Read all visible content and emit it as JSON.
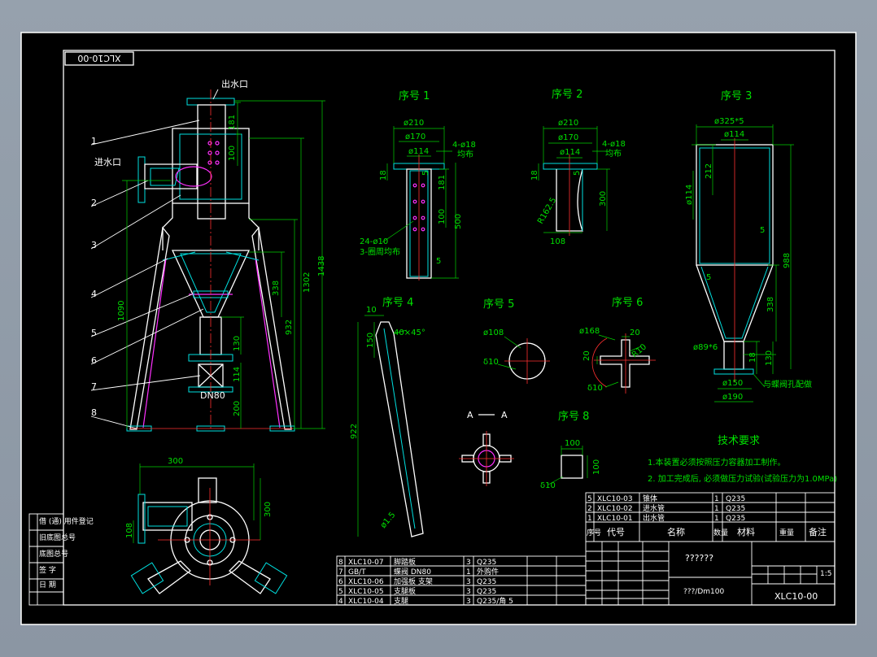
{
  "drawing_number": "XLC10-00",
  "drawing_number_rotated": "XLC10-00",
  "main_view": {
    "outlet_label": "出水口",
    "inlet_label": "进水口",
    "valve_label": "DN80",
    "parts": [
      "1",
      "2",
      "3",
      "4",
      "5",
      "6",
      "7",
      "8"
    ],
    "dims": {
      "d181": "181",
      "d100": "100",
      "d1090": "1090",
      "d1302": "1302",
      "d1438": "1438",
      "d338": "338",
      "d932": "932",
      "d130": "130",
      "d114": "114",
      "d200": "200"
    }
  },
  "plan_view": {
    "d300a": "300",
    "d300b": "300",
    "d108": "108"
  },
  "detail1": {
    "title": "序号 1",
    "phi210": "ø210",
    "phi170": "ø170",
    "phi114": "ø114",
    "holes": "4-ø18",
    "even": "均布",
    "d18": "18",
    "d5a": "5",
    "d181": "181",
    "d100": "100",
    "d500": "500",
    "holes24": "24-ø10",
    "holes24b": "3-圈周均布",
    "d5b": "5"
  },
  "detail2": {
    "title": "序号 2",
    "phi210": "ø210",
    "phi170": "ø170",
    "phi114": "ø114",
    "holes": "4-ø18",
    "even": "均布",
    "d18": "18",
    "d5": "5",
    "d300": "300",
    "r1625": "R162.5",
    "d108": "108"
  },
  "detail3": {
    "title": "序号 3",
    "phi325": "ø325*5",
    "phi114top": "ø114",
    "d212": "212",
    "phi114": "ø114",
    "d5a": "5",
    "d988": "988",
    "d5b": "5",
    "d338": "338",
    "phi89": "ø89*6",
    "d18": "18",
    "d130": "130",
    "phi150": "ø150",
    "phi190": "ø190",
    "note": "与蝶阀孔配做"
  },
  "detail4": {
    "title": "序号 4",
    "d10": "10",
    "d150": "150",
    "chamfer": "40×45°",
    "d922": "922",
    "phi15": "ø1.5"
  },
  "detail5": {
    "title": "序号 5",
    "phi108": "ø108",
    "d10": "δ10"
  },
  "detail6": {
    "title": "序号 6",
    "phi168": "ø168",
    "d20a": "20",
    "d20b": "20",
    "r10": "R10",
    "d10": "δ10"
  },
  "section": {
    "title_a": "A",
    "title_b": "A"
  },
  "detail8": {
    "title": "序号 8",
    "d100a": "100",
    "d100b": "100",
    "d10": "δ10"
  },
  "tech": {
    "title": "技术要求",
    "line1": "1.本装置必须按照压力容器加工制作。",
    "line2": "2. 加工完成后, 必须做压力试验(试验压力为1.0MPa)"
  },
  "bom_right": {
    "rows": [
      {
        "no": "5",
        "code": "XLC10-03",
        "name": "锥体",
        "qty": "1",
        "mat": "Q235"
      },
      {
        "no": "2",
        "code": "XLC10-02",
        "name": "进水管",
        "qty": "1",
        "mat": "Q235"
      },
      {
        "no": "1",
        "code": "XLC10-01",
        "name": "出水管",
        "qty": "1",
        "mat": "Q235"
      }
    ],
    "header": {
      "no": "序号",
      "code": "代号",
      "name": "名称",
      "qty": "数量",
      "mat": "材料",
      "wt": "重量",
      "note": "备注"
    }
  },
  "bom_left": {
    "rows": [
      {
        "no": "8",
        "code": "XLC10-07",
        "name": "脚踏板",
        "qty": "3",
        "mat": "Q235"
      },
      {
        "no": "7",
        "code": "GB/T",
        "name": "蝶阀 DN80",
        "qty": "1",
        "mat": "外购件"
      },
      {
        "no": "6",
        "code": "XLC10-06",
        "name": "加强板 支架",
        "qty": "3",
        "mat": "Q235"
      },
      {
        "no": "5",
        "code": "XLC10-05",
        "name": "支腿板",
        "qty": "3",
        "mat": "Q235"
      },
      {
        "no": "4",
        "code": "XLC10-04",
        "name": "支腿",
        "qty": "3",
        "mat": "Q235/角 5"
      }
    ]
  },
  "title_block": {
    "company": "??????",
    "spec": "???/Dm100",
    "number": "XLC10-00",
    "scale": "1:5"
  },
  "side_table": [
    "借 (通) 用件登记",
    "旧底图总号",
    "底图总号",
    "签 字",
    "日 期"
  ]
}
